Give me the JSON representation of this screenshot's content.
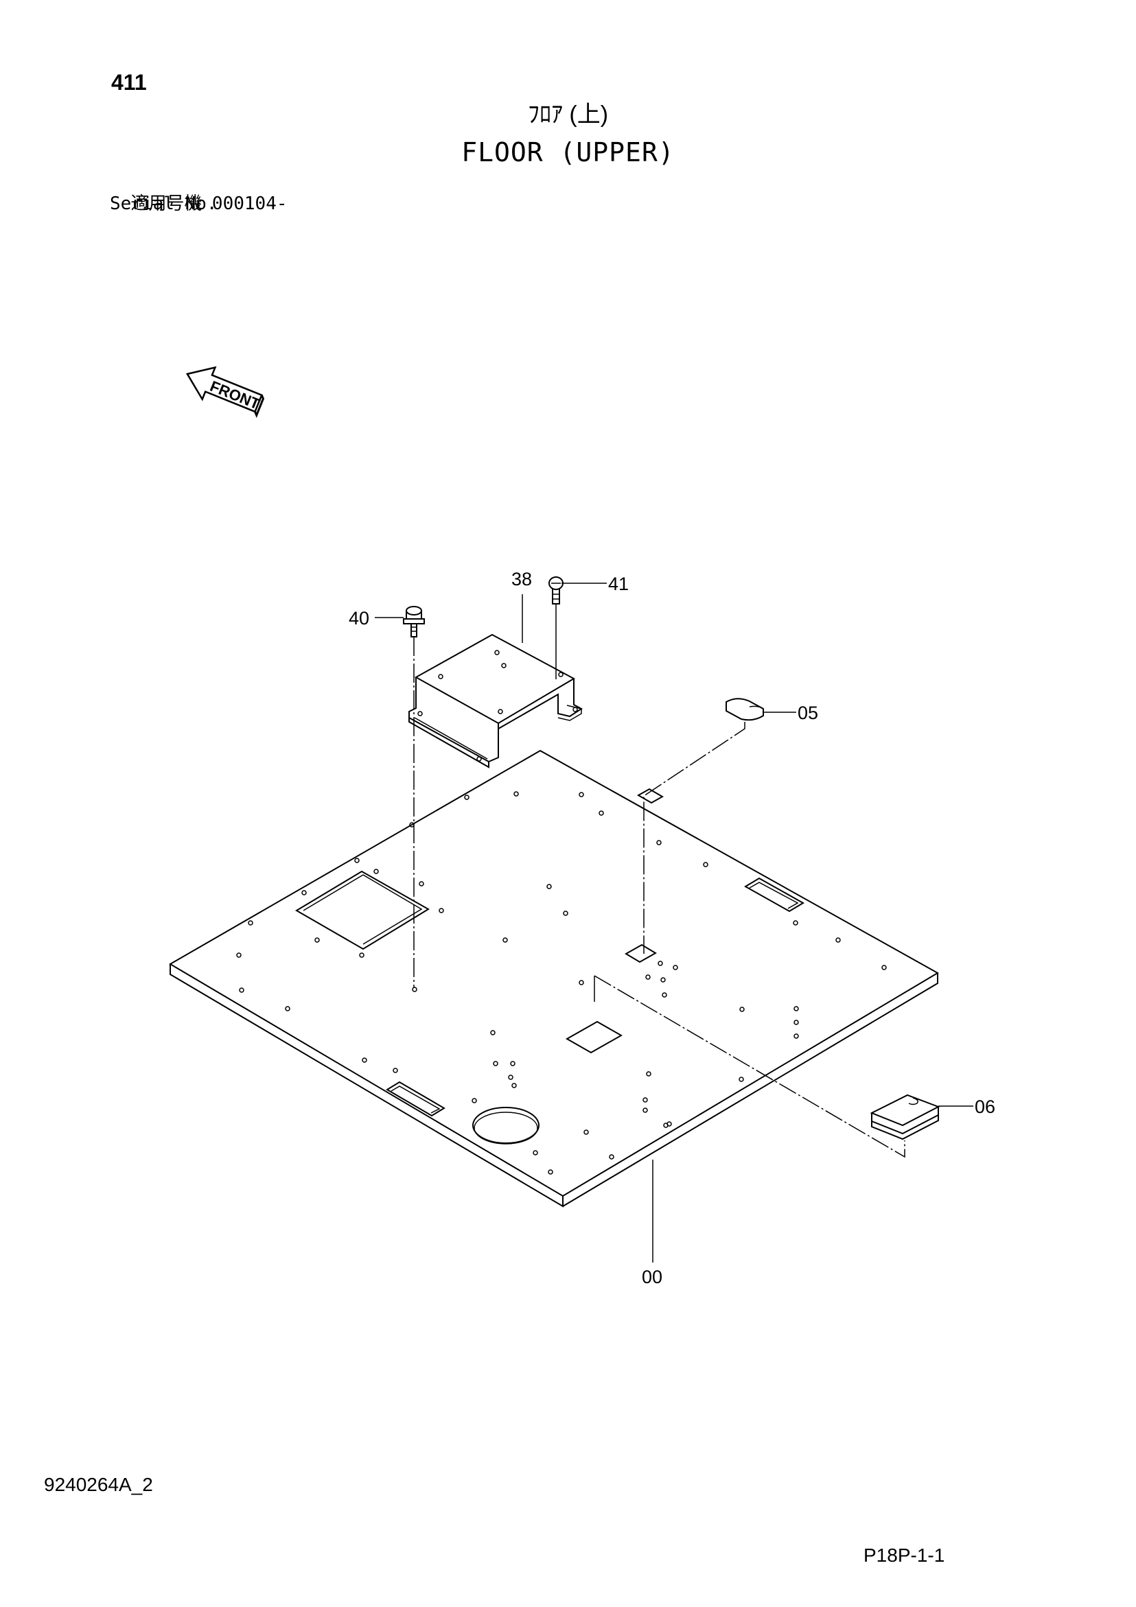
{
  "header": {
    "page_number": "411",
    "title_jp": "ﾌﾛｱ (上)",
    "title_en": "FLOOR (UPPER)",
    "serial_label_jp": "適用号機",
    "serial_value": "000104-",
    "serial_label_en": "Serial No."
  },
  "front_marker": {
    "label": "FRONT",
    "icon": "front-direction-arrow-icon"
  },
  "callouts": {
    "part_00": "00",
    "part_05": "05",
    "part_06": "06",
    "part_38": "38",
    "part_40": "40",
    "part_41": "41"
  },
  "footer": {
    "document_code": "9240264A_2",
    "sheet_code": "P18P-1-1"
  },
  "colors": {
    "line": "#000000",
    "background": "#ffffff"
  }
}
